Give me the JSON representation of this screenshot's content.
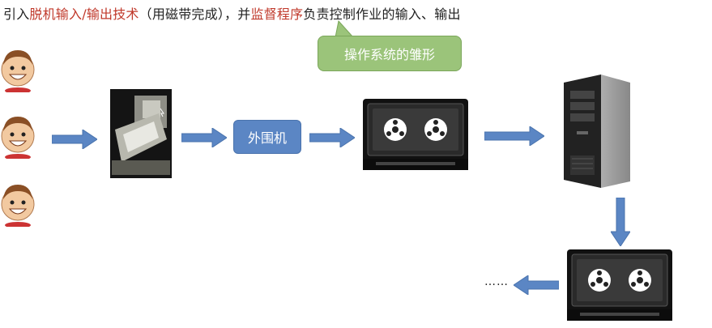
{
  "heading": {
    "part1": "引入",
    "part2": "脱机输入",
    "part3": "/",
    "part4": "输出技术",
    "part5": "（用磁带完成），并",
    "part6": "监督程序",
    "part7": "负责控制作业的输入、输出",
    "highlight_color": "#c0392b"
  },
  "callout": {
    "text": "操作系统的雏形",
    "color": "#9bc47a"
  },
  "peripheral": {
    "label": "外围机",
    "color": "#5b86c4"
  },
  "ellipsis": "……",
  "icons": {
    "users": "user-face-icon",
    "printer": "card-reader-machine-icon",
    "tape": "magnetic-tape-icon",
    "computer": "computer-tower-icon"
  },
  "arrow_color": "#5b86c4"
}
